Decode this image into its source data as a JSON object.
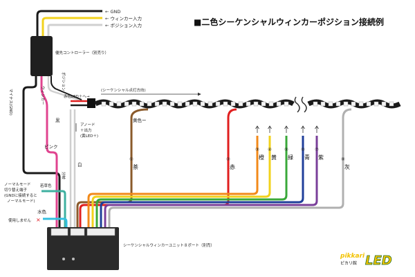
{
  "title": "■二色シーケンシャルウィンカーポジション接続例",
  "top_inputs": [
    {
      "label": "← GND",
      "color": "#1a1a1a"
    },
    {
      "label": "← ウィンカー入力",
      "color": "#f2d21c"
    },
    {
      "label": "← ポジション入力",
      "color": "#d8d8d8"
    }
  ],
  "priority_controller": "優先コントローラー（別売り）",
  "sequence_direction": "(シーケンシャル点灯方向)",
  "led_strip": {
    "red_led_plus": "赤色LED＋へ→",
    "yellow_minus": "黄色ー",
    "anode": "アノード",
    "plus_output": "＋出力",
    "yellow_led_plus": "(黄LED＋)"
  },
  "wire_labels": {
    "minus_gnd": "マイナス(GND)",
    "winker": "ウィンカー",
    "position": "ポジション",
    "black": "黒",
    "pink": "ピンク",
    "white": "白",
    "branch": "分岐"
  },
  "side_notes": {
    "mode_line1": "ノーマルモード",
    "mode_line2": "切り替え端子",
    "mode_line3": "(GNDに接続すると",
    "mode_line4": "ノーマルモード)",
    "light_green": "若草色",
    "light_blue": "水色",
    "unused": "使用しません",
    "unused_mark": "×"
  },
  "unit_label": "シーケンシャルウィンカーユニット８ポート（別売）",
  "ports": [
    {
      "num": "①",
      "name": "茶",
      "color": "#8a5a2b"
    },
    {
      "num": "②",
      "name": "赤",
      "color": "#e01f1f"
    },
    {
      "num": "③",
      "name": "橙",
      "color": "#f28a1a"
    },
    {
      "num": "④",
      "name": "黄",
      "color": "#f2d21c"
    },
    {
      "num": "⑤",
      "name": "緑",
      "color": "#3aa83a"
    },
    {
      "num": "⑥",
      "name": "青",
      "color": "#1f3f9a"
    },
    {
      "num": "⑦",
      "name": "紫",
      "color": "#7a3f9a"
    },
    {
      "num": "⑧",
      "name": "灰",
      "color": "#b0b0b0"
    }
  ],
  "logo": {
    "part1": "pikkari",
    "part2": "LED",
    "part3": "ピカリ館"
  },
  "colors": {
    "black": "#1a1a1a",
    "yellow": "#f2d21c",
    "white": "#d8d8d8",
    "pink": "#e0438f",
    "light_green": "#3fb0a0",
    "light_blue": "#33c0e0",
    "unit_box": "#2a2a2a",
    "x_mark": "#e0161f"
  }
}
